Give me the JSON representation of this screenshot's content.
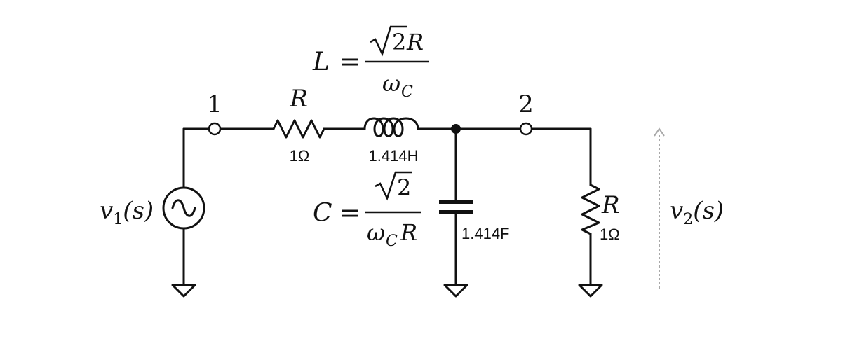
{
  "nodes": {
    "n1": "1",
    "n2": "2"
  },
  "resistor_series": {
    "symbol": "R",
    "value": "1Ω"
  },
  "inductor": {
    "value": "1.414H",
    "formula": {
      "lhs": "L",
      "eq": "=",
      "sqrt": "2",
      "num_var": "R",
      "den_main": "ω",
      "den_sub": "C"
    }
  },
  "capacitor": {
    "value": "1.414F",
    "formula": {
      "lhs": "C",
      "eq": "=",
      "sqrt": "2",
      "den_main": "ω",
      "den_sub": "C",
      "den_var": "R"
    }
  },
  "resistor_load": {
    "symbol": "R",
    "value": "1Ω"
  },
  "source": {
    "main": "v",
    "sub": "1",
    "arg": "(s)"
  },
  "output": {
    "main": "v",
    "sub": "2",
    "arg": "(s)"
  },
  "colors": {
    "wire": "#111111",
    "output_arrow": "#a8a8a8"
  }
}
